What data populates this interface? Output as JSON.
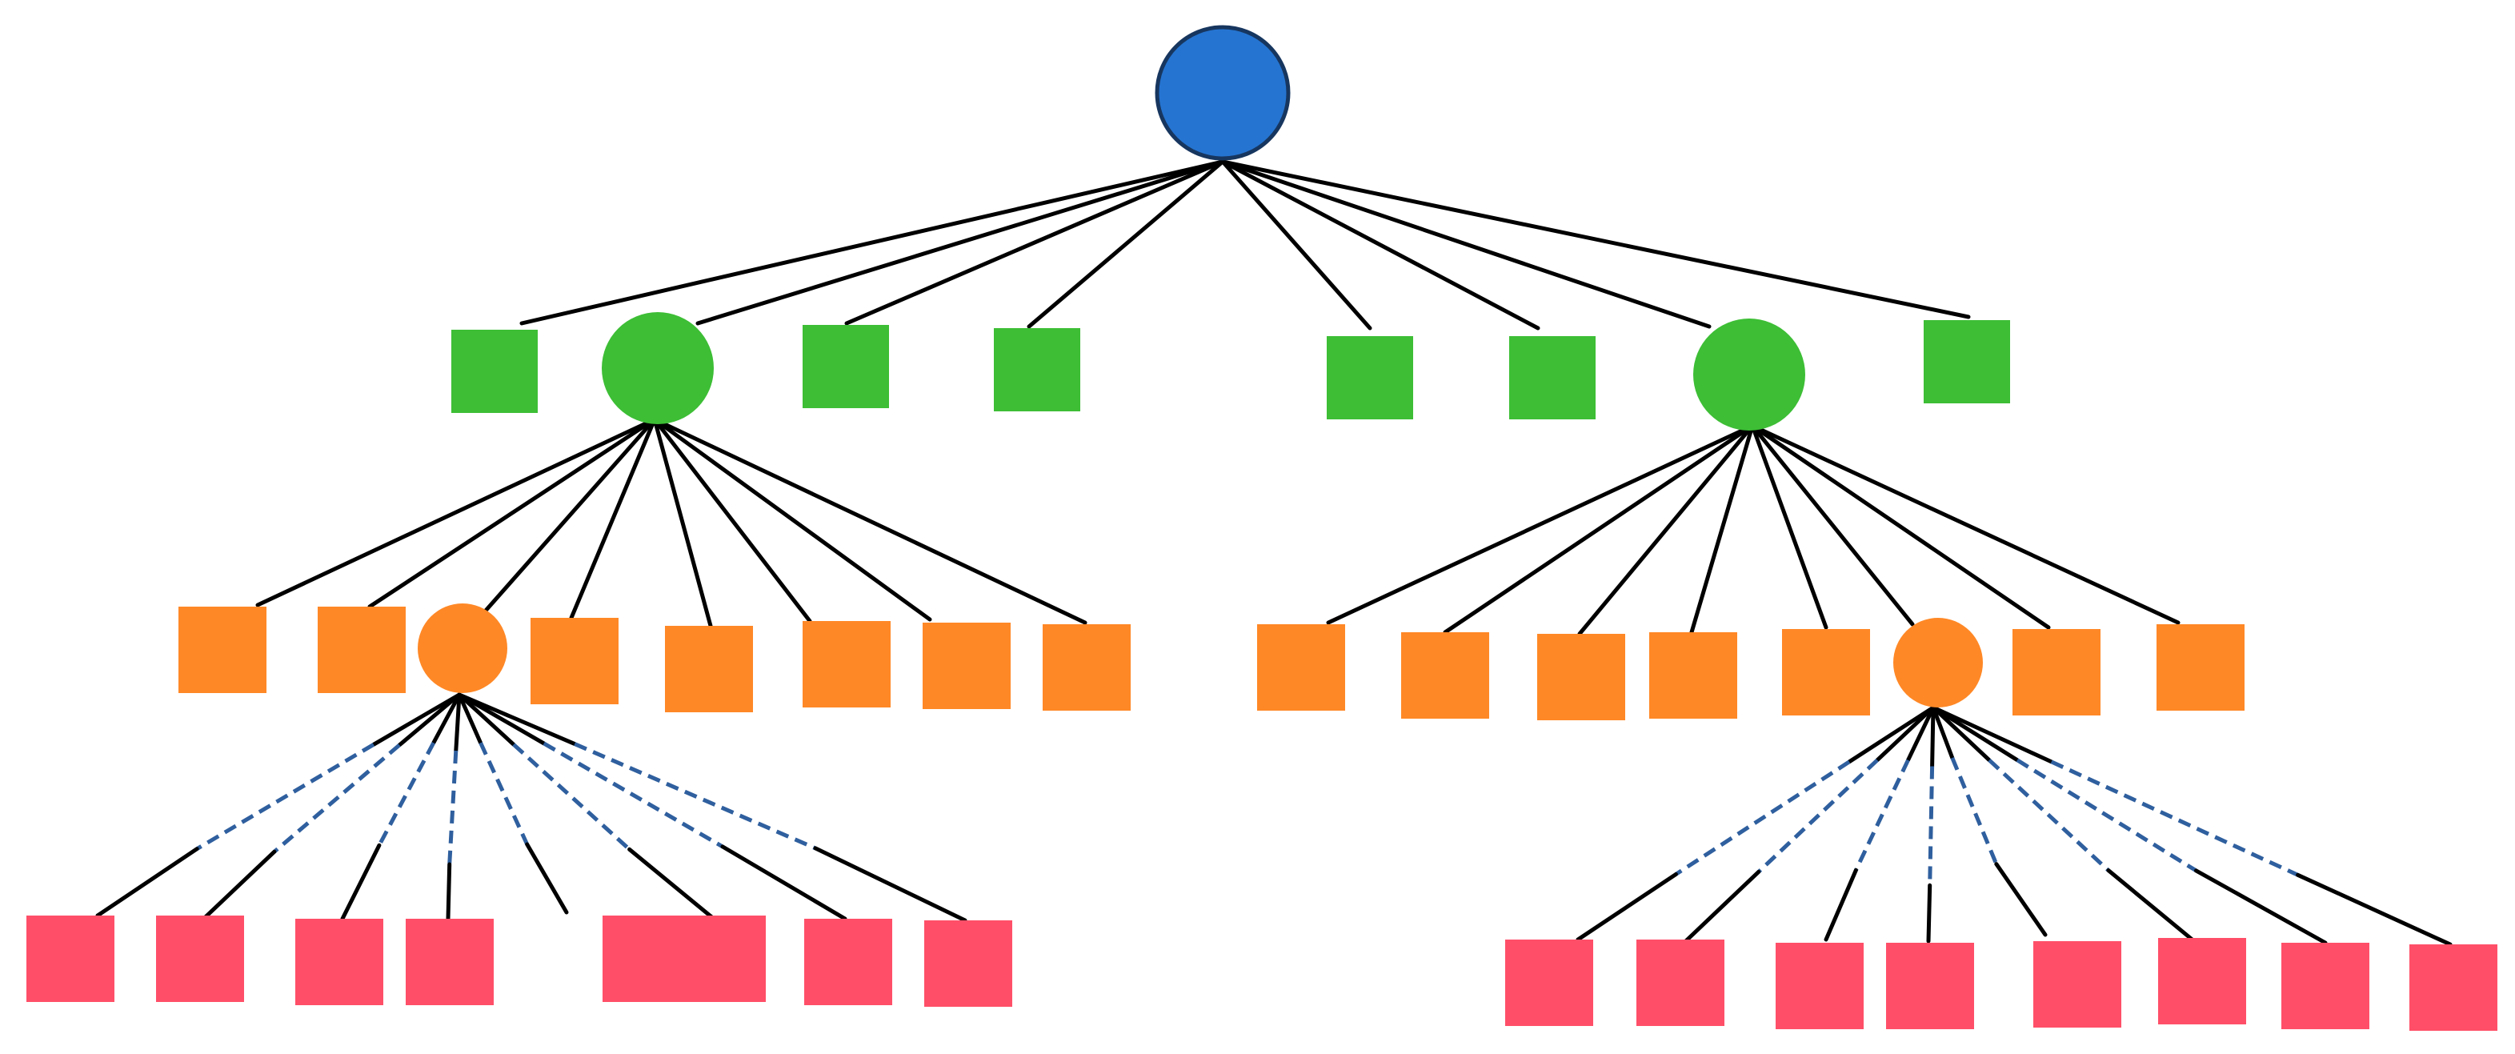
{
  "diagram": {
    "type": "tree",
    "colors": {
      "root": "#2574d1",
      "root_stroke": "#17365f",
      "level1": "#3dbe35",
      "level2": "#ff8826",
      "level3": "#ff4f68",
      "edge": "#000000",
      "edge_dashed": "#2f5f9e"
    },
    "root": {
      "shape": "circle"
    },
    "level1": [
      {
        "shape": "square"
      },
      {
        "shape": "circle",
        "expanded": true
      },
      {
        "shape": "square"
      },
      {
        "shape": "square"
      },
      {
        "shape": "square"
      },
      {
        "shape": "square"
      },
      {
        "shape": "circle",
        "expanded": true
      },
      {
        "shape": "square"
      }
    ],
    "level2_groups": [
      {
        "parent_index": 1,
        "nodes": [
          "square",
          "square",
          "circle",
          "square",
          "square",
          "square",
          "square",
          "square"
        ],
        "expanded_index": 2
      },
      {
        "parent_index": 6,
        "nodes": [
          "square",
          "square",
          "square",
          "square",
          "square",
          "circle",
          "square",
          "square"
        ],
        "expanded_index": 5
      }
    ],
    "level3_groups": [
      {
        "count": 8,
        "dashed_edge_segments": true
      },
      {
        "count": 8,
        "dashed_edge_segments": true
      }
    ]
  }
}
